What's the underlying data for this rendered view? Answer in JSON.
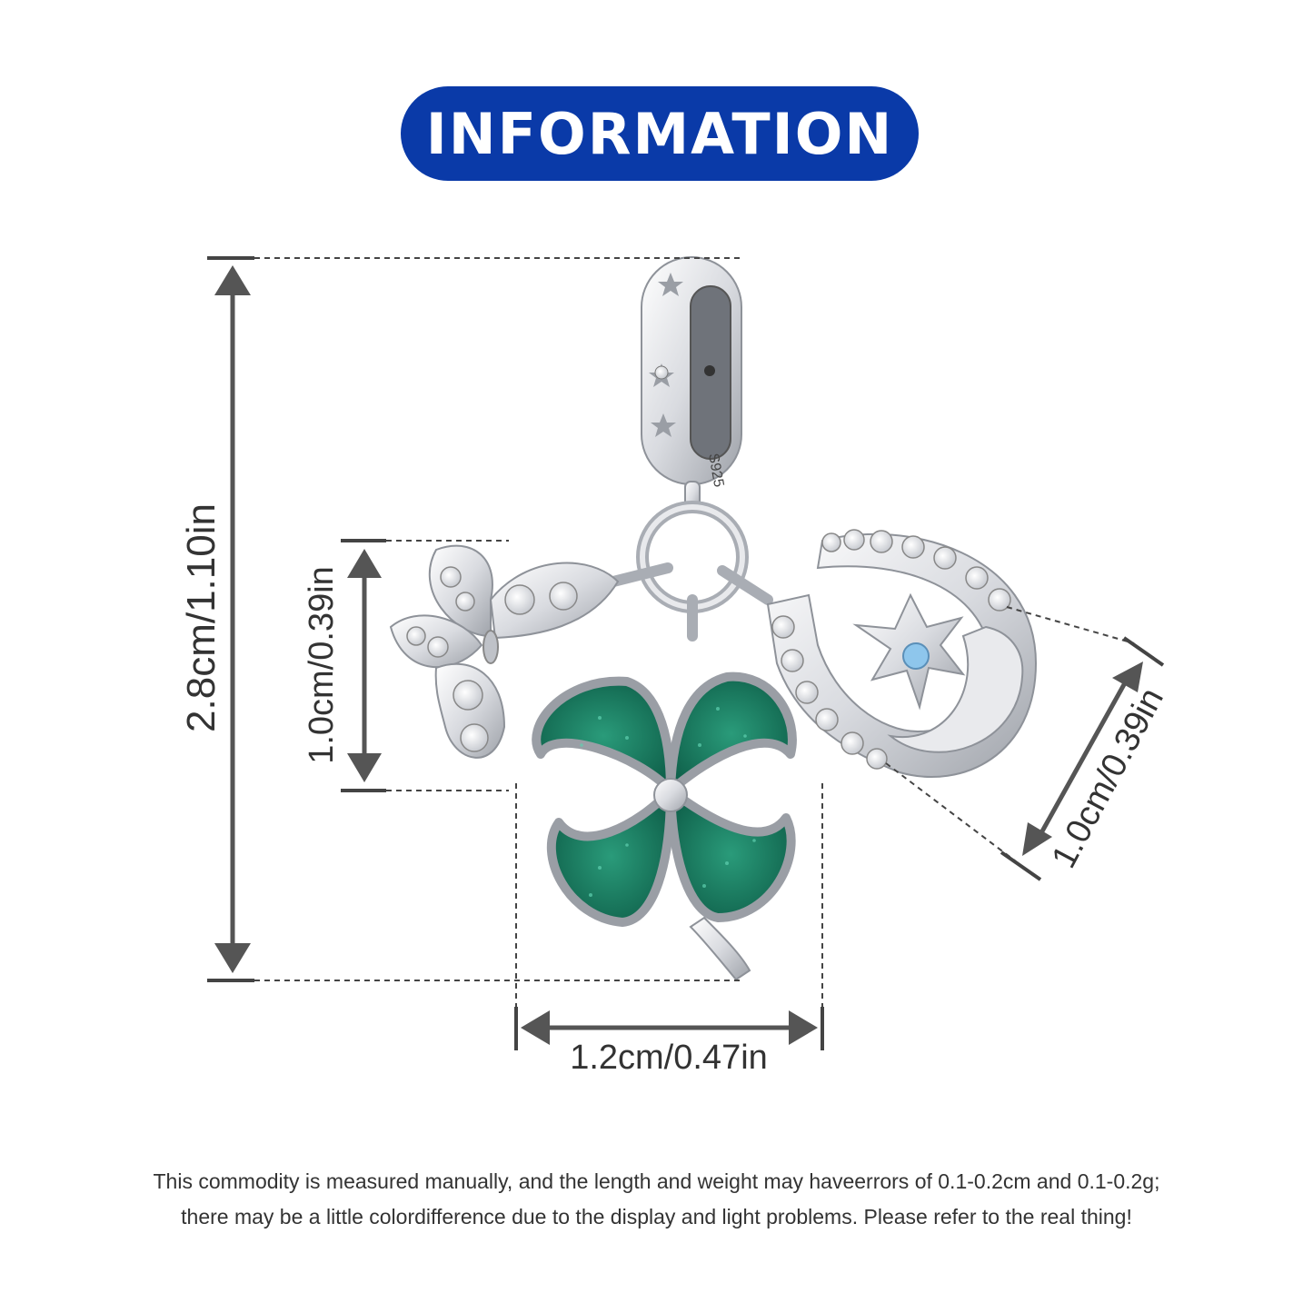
{
  "header": {
    "title": "INFORMATION"
  },
  "dimensions": {
    "total_height": "2.8cm/1.10in",
    "butterfly_height": "1.0cm/0.39in",
    "horseshoe_size": "1.0cm/0.39in",
    "clover_width": "1.2cm/0.47in"
  },
  "charm": {
    "stamp": "S925"
  },
  "footer": {
    "line1": "This commodity is measured manually, and the length and weight may haveerrors of 0.1-0.2cm and 0.1-0.2g;",
    "line2": "there may be a little colordifference due to the display and light problems. Please refer to the real thing!"
  },
  "colors": {
    "accent": "#0a3aa8",
    "clover": "#157a5e",
    "silver": "#d6d8dc",
    "arrow": "#555555",
    "blue_stone": "#8ec6ec"
  }
}
